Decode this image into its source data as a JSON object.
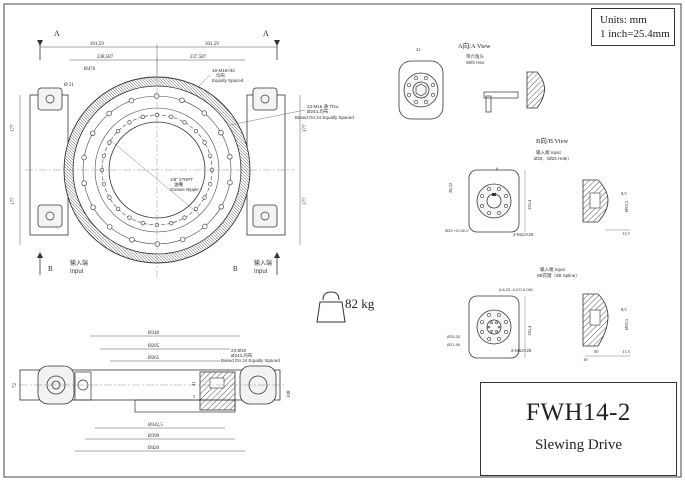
{
  "units": {
    "line1": "Units:  mm",
    "line2": "1 inch=25.4mm"
  },
  "title": {
    "model": "FWH14-2",
    "subtitle": "Slewing Drive"
  },
  "weight": {
    "value": "82 kg",
    "icon": "weight-icon"
  },
  "front_view": {
    "section_a": "A",
    "section_b": "B",
    "input_cn": "输入端",
    "input_en": "Input",
    "dim_left_width": "301,59",
    "dim_right_width": "301,59",
    "dim_left_inner": "238,587",
    "dim_right_inner": "237,587",
    "dia_476": "Ø476",
    "hole_21": "Ø 21",
    "holes_top_1": "18-M16×32",
    "holes_top_2": "均布",
    "holes_top_3": "Equally Spaced",
    "holes_right_1": "23-M16 通 Thru",
    "holes_right_2": "Ø243,均布",
    "holes_right_3": "Based On 24 Equally Spaced",
    "grease_1": "1/8\" 27NPT",
    "grease_2": "油嘴",
    "grease_3": "Grease Nipple",
    "dim_177a": "177",
    "dim_177b": "177",
    "dim_177c": "177",
    "dim_177d": "177"
  },
  "a_view": {
    "label": "A向/A View",
    "hex_cn": "带六角头",
    "hex_en": "With Hex",
    "dim_22": "22"
  },
  "b_view": {
    "label": "B向/B View",
    "input_cn": "输入端  Input",
    "input_spec": "Ø25,（Ø25 Hole）",
    "dim_25": "Ø25 +0.03/-0",
    "dim_key": "8",
    "dim_28": "28,32",
    "dim_136": "136,4",
    "dim_thread": "2-M12×26",
    "dim_85": "8,5",
    "dim_925": "Ø92,5",
    "dim_115": "11,5"
  },
  "b_view2": {
    "input_label": "输入端  Input",
    "spline_label": "6B花键（6B Spline）",
    "spline_spec": "6-6,25 -0.07/-0.081",
    "dim_2532": "Ø25,32",
    "dim_2159": "Ø21,59",
    "dim_136": "136,4",
    "dim_thread": "2-M12×26",
    "dim_85": "8,5",
    "dim_925": "Ø92,5",
    "dim_115": "11,5",
    "dim_50": "50",
    "dim_10": "10"
  },
  "side_view": {
    "d340": "Ø340",
    "d295": "Ø295",
    "d265": "Ø265",
    "holes_1": "23-Ø18",
    "holes_2": "Ø243,均布",
    "holes_3": "Based On 24 Equally Spaced",
    "d3425": "Ø342,5",
    "d390": "Ø390",
    "d420": "Ø420",
    "h72": "72",
    "h108": "108",
    "h41": "41",
    "h5": "5"
  }
}
